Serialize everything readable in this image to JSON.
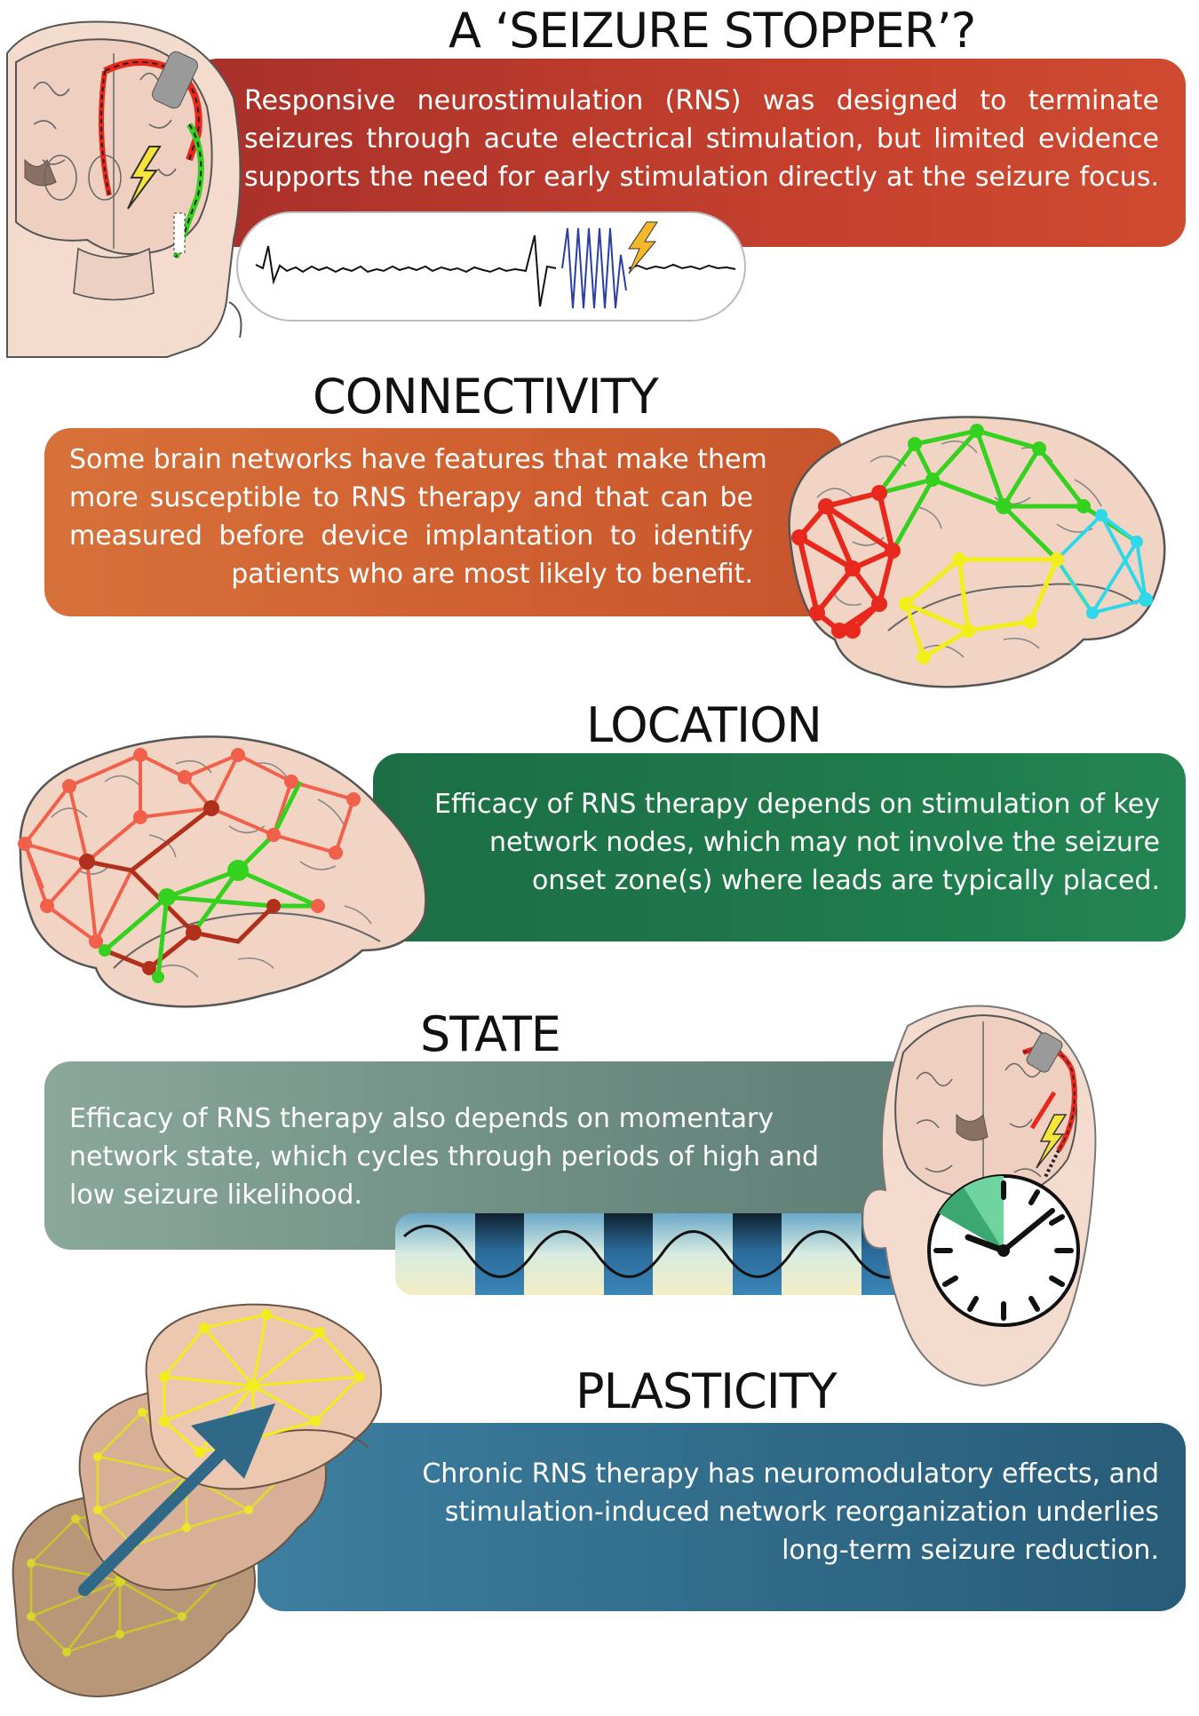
{
  "sections": [
    {
      "id": "seizure-stopper",
      "title": "A ‘SEIZURE STOPPER’?",
      "lines": [
        "Responsive neurostimulation (RNS) was designed to terminate",
        "seizures through acute electrical stimulation, but limited evidence",
        "supports the need for early stimulation directly at the seizure focus."
      ],
      "color": "#c0392b"
    },
    {
      "id": "connectivity",
      "title": "CONNECTIVITY",
      "lines": [
        "Some brain networks have features that make them",
        "more susceptible to RNS therapy and that can be",
        "measured before device implantation to identify",
        "patients who are most likely to benefit."
      ],
      "color": "#d2622e"
    },
    {
      "id": "location",
      "title": "LOCATION",
      "lines": [
        "Efficacy of RNS therapy depends on stimulation of key",
        "network nodes, which may not involve the seizure",
        "onset zone(s) where leads are typically placed."
      ],
      "color": "#1f7a4c"
    },
    {
      "id": "state",
      "title": "STATE",
      "lines": [
        "Efficacy of RNS therapy also depends on momentary",
        "network state, which cycles through periods of high and",
        "low seizure likelihood."
      ],
      "color": "#6b8a80"
    },
    {
      "id": "plasticity",
      "title": "PLASTICITY",
      "lines": [
        "Chronic RNS therapy has neuromodulatory effects, and",
        "stimulation-induced network reorganization underlies",
        "long-term seizure reduction."
      ],
      "color": "#2f6987"
    }
  ],
  "colors": {
    "brain_fill": "#f2d4c4",
    "brain_stroke": "#555555",
    "node_red": "#e8281c",
    "node_green": "#35d11f",
    "node_yellow": "#f2ee1c",
    "node_cyan": "#2fd8e8",
    "electrode": "#8a8a8a",
    "lightning": "#f5e43a"
  },
  "icons": [
    "head-coronal-brain-icon",
    "eeg-trace-icon",
    "lightning-icon",
    "brain-network-icon",
    "clock-icon",
    "sine-wave-icon",
    "arrow-icon"
  ]
}
